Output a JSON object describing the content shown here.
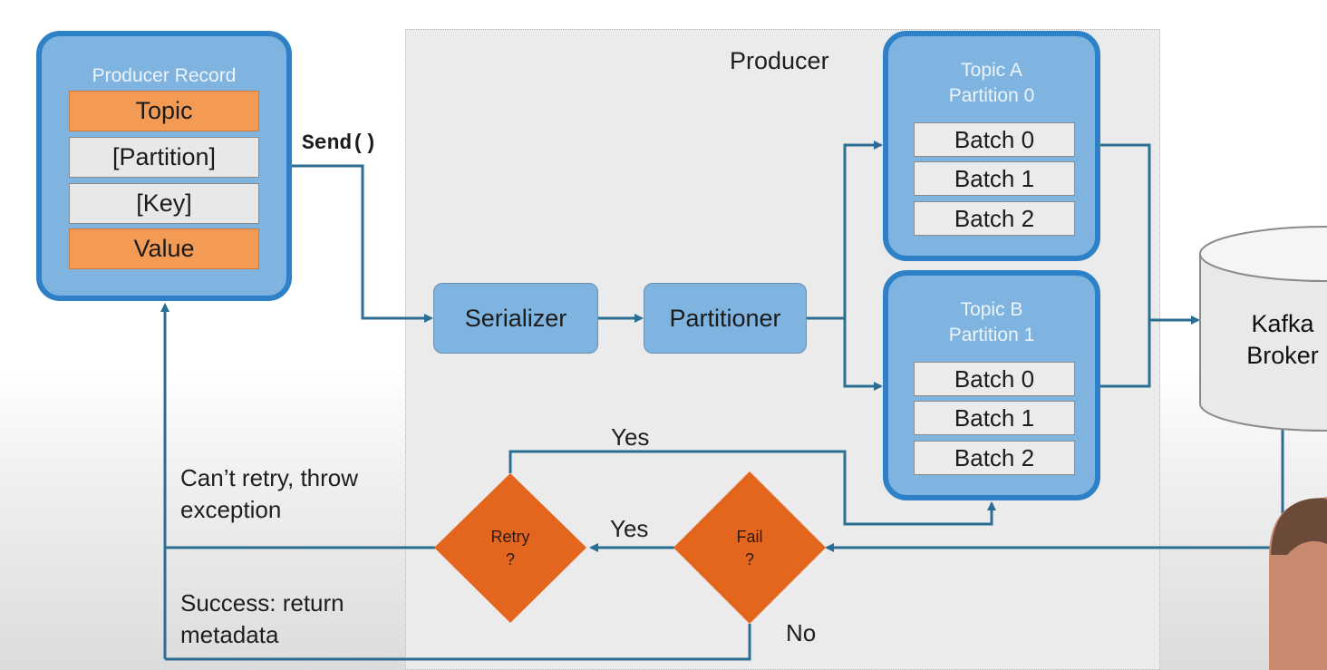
{
  "producer": {
    "title": "Producer"
  },
  "record": {
    "title": "Producer Record",
    "fields": [
      {
        "label": "Topic",
        "highlight": true
      },
      {
        "label": "[Partition]",
        "highlight": false
      },
      {
        "label": "[Key]",
        "highlight": false
      },
      {
        "label": "Value",
        "highlight": true
      }
    ]
  },
  "send_label": "Send()",
  "steps": {
    "serializer": "Serializer",
    "partitioner": "Partitioner"
  },
  "topics": [
    {
      "title_line1": "Topic A",
      "title_line2": "Partition 0",
      "batches": [
        "Batch 0",
        "Batch 1",
        "Batch 2"
      ]
    },
    {
      "title_line1": "Topic B",
      "title_line2": "Partition 1",
      "batches": [
        "Batch 0",
        "Batch 1",
        "Batch 2"
      ]
    }
  ],
  "broker": {
    "line1": "Kafka",
    "line2": "Broker"
  },
  "decisions": {
    "retry": {
      "line1": "Retry",
      "line2": "?"
    },
    "fail": {
      "line1": "Fail",
      "line2": "?"
    }
  },
  "edge_labels": {
    "yes_top": "Yes",
    "yes_mid": "Yes",
    "no": "No"
  },
  "side_notes": {
    "cant_retry_line1": "Can’t retry, throw",
    "cant_retry_line2": "exception",
    "success_line1": "Success: return",
    "success_line2": "metadata"
  },
  "colors": {
    "box_fill": "#7fb3e0",
    "box_border": "#2e81c6",
    "highlight": "#f39a55",
    "decision": "#e4661e",
    "line": "#2a6f93"
  }
}
